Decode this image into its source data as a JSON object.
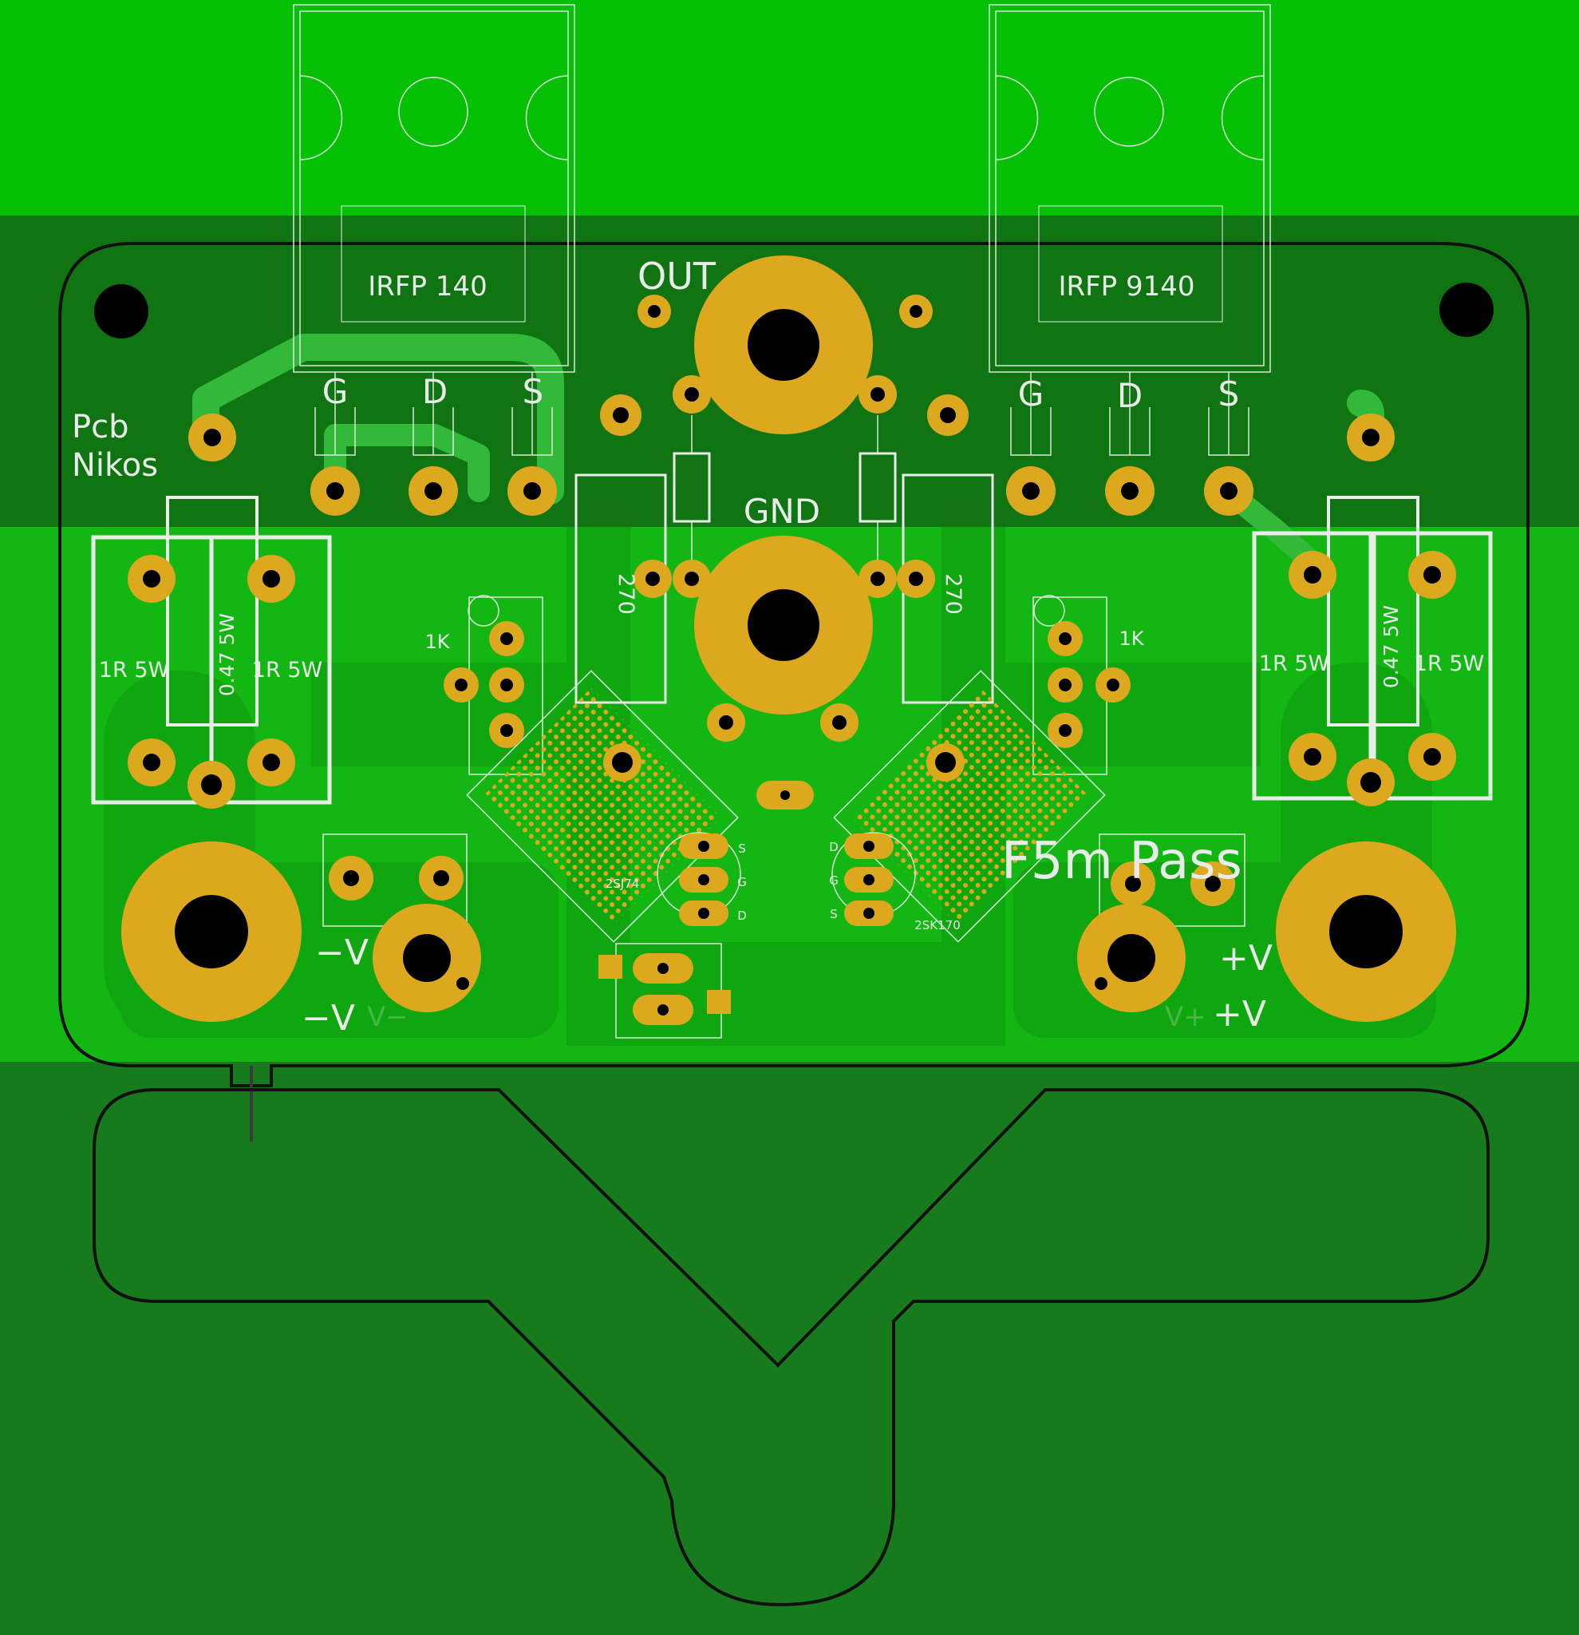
{
  "colors": {
    "bottom_band": "#177a1c",
    "top_band": "#05c004",
    "board_fill": "#14b614",
    "copper_zone": "#10a610",
    "heatsink_band": "#116f12",
    "pad_gold": "#dca81e",
    "silkscreen": "#e9ede9"
  },
  "transistors": {
    "left_part": "IRFP 140",
    "right_part": "IRFP 9140",
    "pin_g": "G",
    "pin_d": "D",
    "pin_s": "S"
  },
  "labels": {
    "out": "OUT",
    "gnd": "GND",
    "credit_line1": "Pcb",
    "credit_line2": "Nikos",
    "project_title": "F5m Pass",
    "neg_rail": "−V",
    "pos_rail": "+V",
    "neg_rail_faint": "V−",
    "pos_rail_faint": "V+"
  },
  "resistors": {
    "power_1r": "1R 5W",
    "power_047": "0.47 5W",
    "source_270": "270",
    "trimmer_1k": "1K"
  },
  "jfets": {
    "left_part": "2SJ74",
    "right_part": "2SK170",
    "pin_s": "S",
    "pin_g": "G",
    "pin_d": "D"
  }
}
